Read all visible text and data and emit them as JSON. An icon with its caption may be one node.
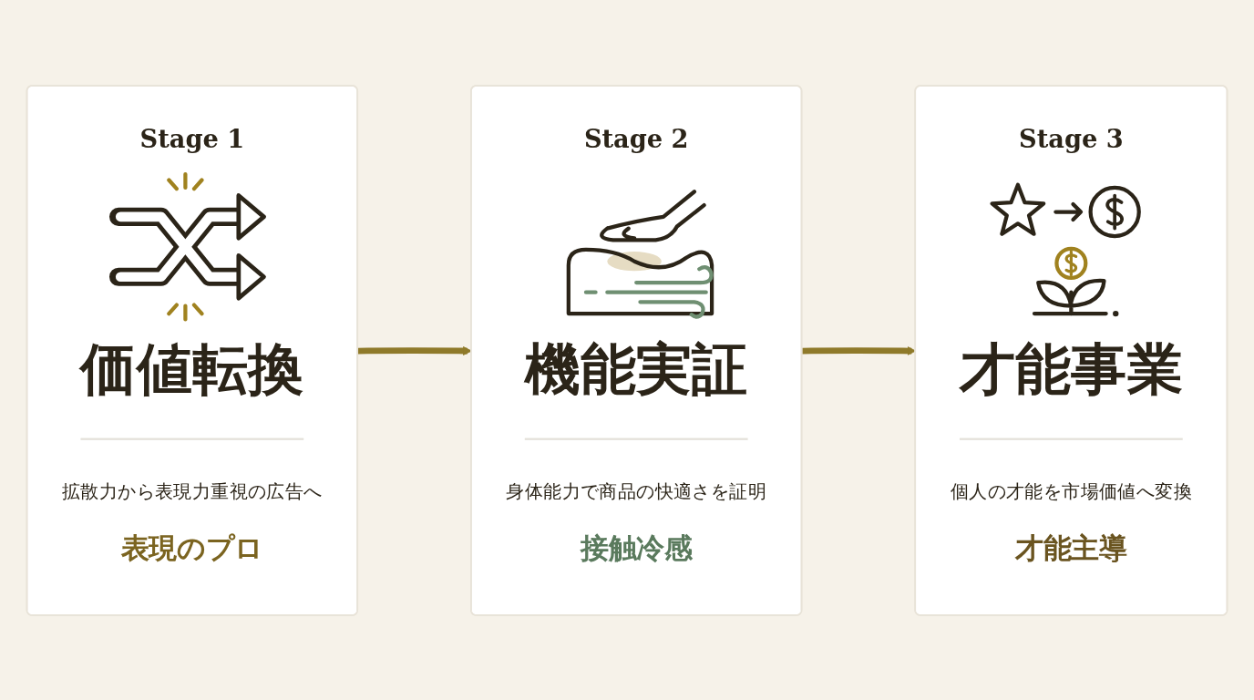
{
  "diagram": {
    "nodes": [
      {
        "text": [
          "Stage 1",
          "価値転換",
          "拡散力から表現力重視の広告へ",
          "表現のプロ"
        ]
      },
      {
        "text": [
          "Stage 2",
          "機能実証",
          "身体能力で商品の快適さを証明",
          "接触冷感"
        ]
      },
      {
        "text": [
          "Stage 3",
          "才能事業",
          "個人の才能を市場価値へ変換",
          "才能主導"
        ]
      }
    ],
    "edges": [
      {
        "from": 0,
        "to": 1,
        "arrow": "to"
      },
      {
        "from": 1,
        "to": 2,
        "arrow": "to"
      }
    ]
  }
}
